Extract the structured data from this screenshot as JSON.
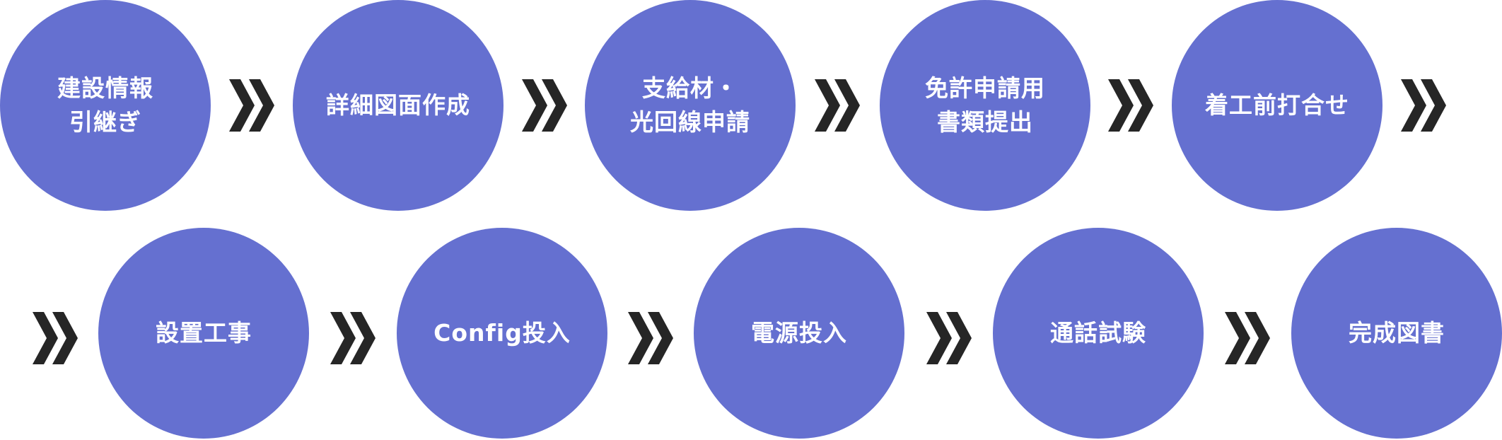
{
  "colors": {
    "circle": "#6570d0",
    "text": "#ffffff",
    "arrow": "#262626"
  },
  "icons": {
    "arrow": "double-chevron-right"
  },
  "steps": [
    {
      "lines": [
        "建設情報",
        "引継ぎ"
      ]
    },
    {
      "lines": [
        "詳細図面作成"
      ]
    },
    {
      "lines": [
        "支給材・",
        "光回線申請"
      ]
    },
    {
      "lines": [
        "免許申請用",
        "書類提出"
      ]
    },
    {
      "lines": [
        "着工前打合せ"
      ]
    },
    {
      "lines": [
        "設置工事"
      ]
    },
    {
      "lines": [
        "Config投入"
      ]
    },
    {
      "lines": [
        "電源投入"
      ]
    },
    {
      "lines": [
        "通話試験"
      ]
    },
    {
      "lines": [
        "完成図書"
      ]
    }
  ]
}
